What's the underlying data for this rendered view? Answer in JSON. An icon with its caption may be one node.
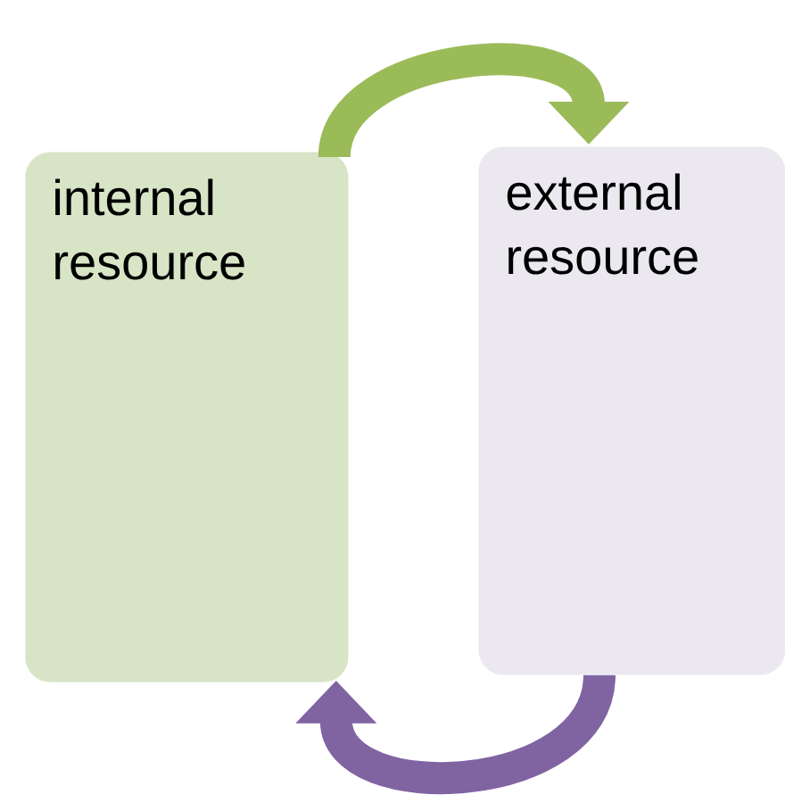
{
  "diagram": {
    "nodes": [
      {
        "text": [
          "internal resource"
        ]
      },
      {
        "text": [
          "external resource"
        ]
      }
    ],
    "edges": [
      {
        "from": 0,
        "to": 1,
        "arrow": "to",
        "color": "#9bbb59"
      },
      {
        "from": 1,
        "to": 0,
        "arrow": "to",
        "color": "#8064a2"
      }
    ]
  }
}
